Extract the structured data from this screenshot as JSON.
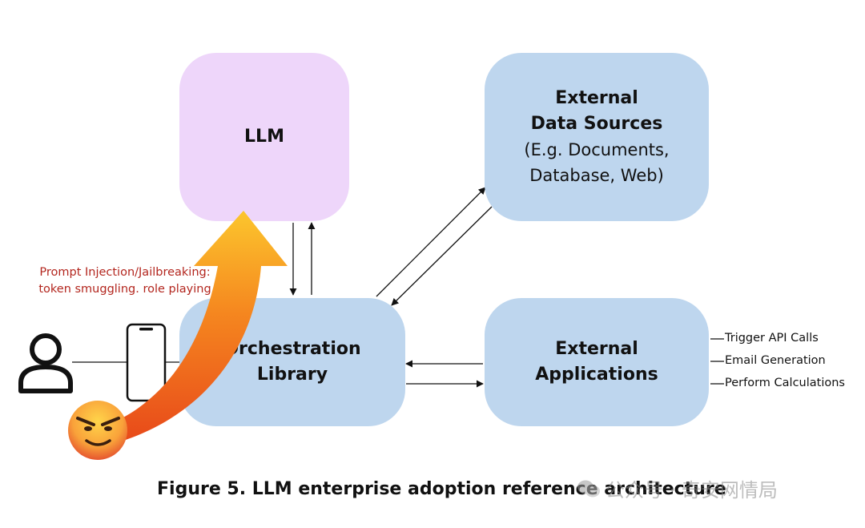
{
  "nodes": {
    "llm": {
      "title": "LLM"
    },
    "data_sources": {
      "title_line1": "External",
      "title_line2": "Data Sources",
      "detail_line1": "(E.g. Documents,",
      "detail_line2": "Database, Web)"
    },
    "orchestration": {
      "title_line1": "Orchestration",
      "title_line2": "Library"
    },
    "applications": {
      "title_line1": "External",
      "title_line2": "Applications"
    }
  },
  "application_outputs": [
    "Trigger API Calls",
    "Email Generation",
    "Perform Calculations"
  ],
  "attack": {
    "line1": "Prompt Injection/Jailbreaking:",
    "line2": "token smuggling. role playing",
    "arrow_color_top": "#fbc02d",
    "arrow_color_bottom": "#e8501a"
  },
  "actors": {
    "user_icon": "user-icon",
    "device_icon": "smartphone-icon",
    "attacker_icon": "angry-face-icon"
  },
  "colors": {
    "llm_box": "#eed6fa",
    "other_boxes": "#bed6ee",
    "attack_text": "#b3261e"
  },
  "caption": "Figure 5.  LLM enterprise adoption reference architecture",
  "watermark": "公众号 · 奇安网情局"
}
